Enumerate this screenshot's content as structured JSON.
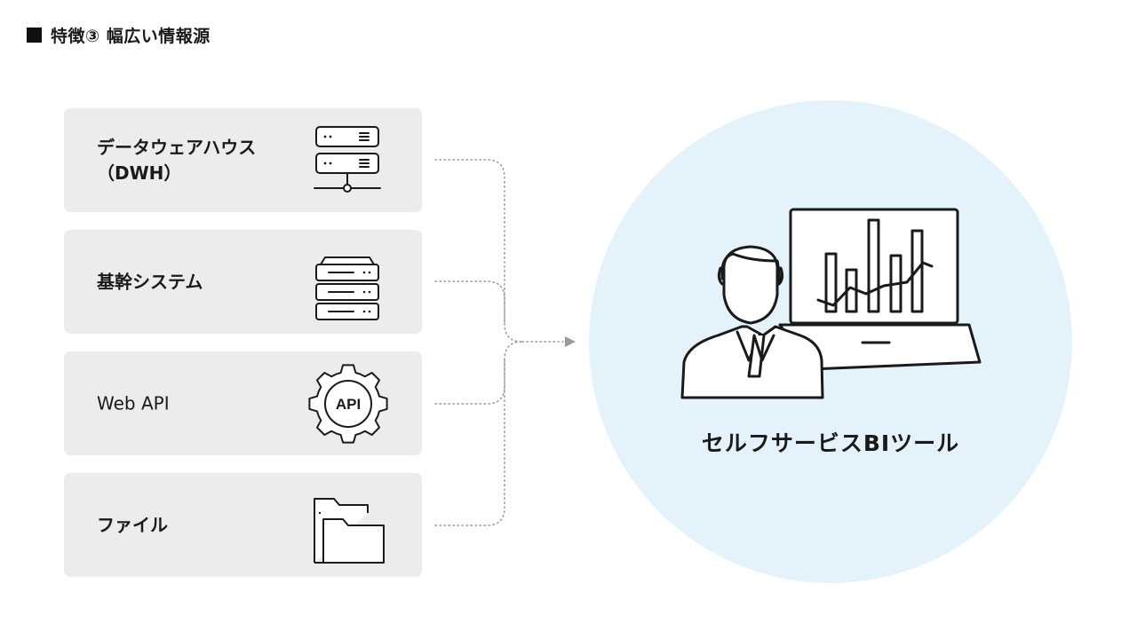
{
  "heading": {
    "text": "特徴③ 幅広い情報源"
  },
  "sources": [
    {
      "label": "データウェアハウス\n（DWH）",
      "icon": "database-server-icon"
    },
    {
      "label": "基幹システム",
      "icon": "server-rack-icon"
    },
    {
      "label": "Web API",
      "icon": "api-gear-icon"
    },
    {
      "label": "ファイル",
      "icon": "folder-icon"
    }
  ],
  "target": {
    "label": "セルフサービスBIツール",
    "icon": "analyst-laptop-chart-icon"
  },
  "colors": {
    "box_bg": "#ececec",
    "circle_bg": "#e4f2fb",
    "connector": "#9a9a9a",
    "text": "#1a1a1a"
  }
}
